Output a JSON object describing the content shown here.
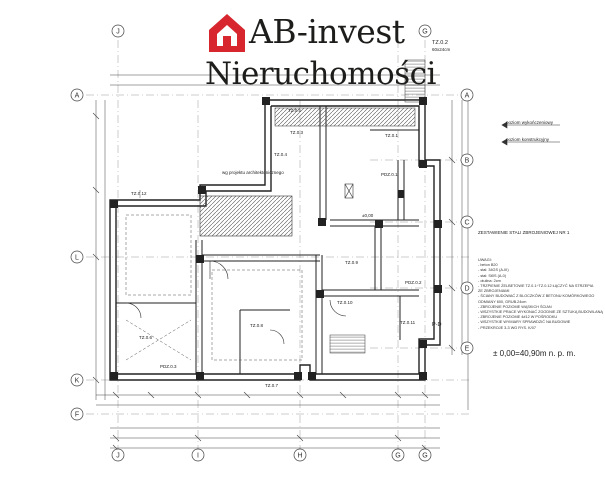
{
  "logo": {
    "brand": "AB-invest",
    "subtitle": "Nieruchomości",
    "colors": {
      "house": "#d7262e",
      "text": "#1d1d1b"
    }
  },
  "axes": {
    "left": [
      "A",
      "L",
      "K",
      "F"
    ],
    "right": [
      "A",
      "B",
      "C",
      "D",
      "E"
    ],
    "top": [
      "J",
      "G"
    ],
    "bottom": [
      "J",
      "I",
      "H",
      "G",
      "G"
    ]
  },
  "labels": {
    "slab": "TZ.0.2",
    "slab_section": "60x24cm",
    "level_exec": "poziom wykończeniowy",
    "level_struct": "poziom konstrukcyjny",
    "title": "ZESTAWIENIE STALI ZBROJENIOWEJ NR 1",
    "elevation": "± 0,00=40,90m n. p. m.",
    "wall_project": "wg projektu architektonicznego",
    "zero_mark": "±0,00",
    "pd_mark": "P-D",
    "tz_a": "TZ.0.5",
    "tz_b": "TZ.0.3",
    "tz_c": "TZ.0.4",
    "tz_d": "TZ.0.12",
    "tz_e": "TZ.0.1",
    "tz_f": "TZ.0.9",
    "tz_g": "TZ.0.8",
    "tz_h": "TZ.0.6",
    "tz_i": "TZ.0.7",
    "tz_j": "TZ.0.10",
    "tz_k": "TZ.0.11",
    "pdz": "PDZ.0.1",
    "pdz2": "PDZ.0.2",
    "pdz3": "PDZ.0.3"
  },
  "notes": [
    "UWAGI:",
    "- beton B20",
    "- stal: 34GS (A-III)",
    "- stal: St0S (A-0)",
    "- otulina: 2cm",
    "- TRZPIENIE ŻELBETOWE TZ.0.1÷TZ.0.12 ŁĄCZYĆ NA STRZEPIA",
    "  ZE ZBROJENIAMI",
    "- ŚCIANY BUDOWAĆ Z BLOCZKÓW Z BETONU KOMÓRKOWEGO",
    "  ODMIANY 600, GRUB.24cm",
    "- ZBROJENIE POZIOME WĄSKICH ŚCIAN",
    "- WSZYSTKIE PRACE WYKONAĆ ZGODNIE ZE SZTUKĄ BUDOWLANĄ",
    "- ZBROJENIE POZIOME 4#12 W POŚRODKU",
    "- WSZYSTKIE WYMIARY SPRAWDZIĆ NA BUDOWIE",
    "- PRZEKROJE 3-3 WG RYS. K/07"
  ]
}
